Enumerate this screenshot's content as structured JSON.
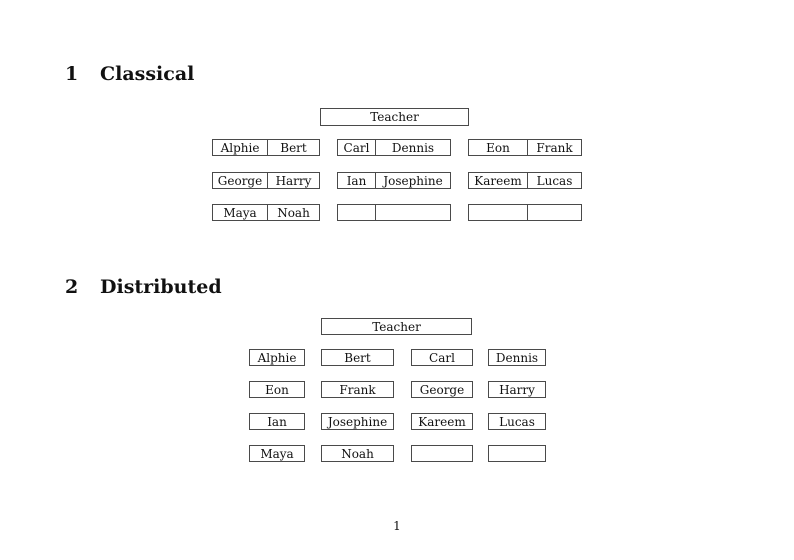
{
  "appearance": {
    "background_color": "#ffffff",
    "border_color": "#4a4a4a",
    "text_color": "#111111"
  },
  "page": {
    "number": "1"
  },
  "sections": [
    {
      "heading_number": "1",
      "heading_title": "Classical",
      "teacher_label": "Teacher",
      "rows": [
        {
          "desks": [
            {
              "cells": [
                "Alphie",
                "Bert"
              ]
            },
            {
              "cells": [
                "Carl",
                "Dennis"
              ]
            },
            {
              "cells": [
                "Eon",
                "Frank"
              ]
            }
          ]
        },
        {
          "desks": [
            {
              "cells": [
                "George",
                "Harry"
              ]
            },
            {
              "cells": [
                "Ian",
                "Josephine"
              ]
            },
            {
              "cells": [
                "Kareem",
                "Lucas"
              ]
            }
          ]
        },
        {
          "desks": [
            {
              "cells": [
                "Maya",
                "Noah"
              ]
            },
            {
              "cells": [
                "",
                ""
              ]
            },
            {
              "cells": [
                "",
                ""
              ]
            }
          ]
        }
      ]
    },
    {
      "heading_number": "2",
      "heading_title": "Distributed",
      "teacher_label": "Teacher",
      "rows": [
        {
          "seats": [
            "Alphie",
            "Bert",
            "Carl",
            "Dennis"
          ]
        },
        {
          "seats": [
            "Eon",
            "Frank",
            "George",
            "Harry"
          ]
        },
        {
          "seats": [
            "Ian",
            "Josephine",
            "Kareem",
            "Lucas"
          ]
        },
        {
          "seats": [
            "Maya",
            "Noah",
            "",
            ""
          ]
        }
      ]
    }
  ]
}
